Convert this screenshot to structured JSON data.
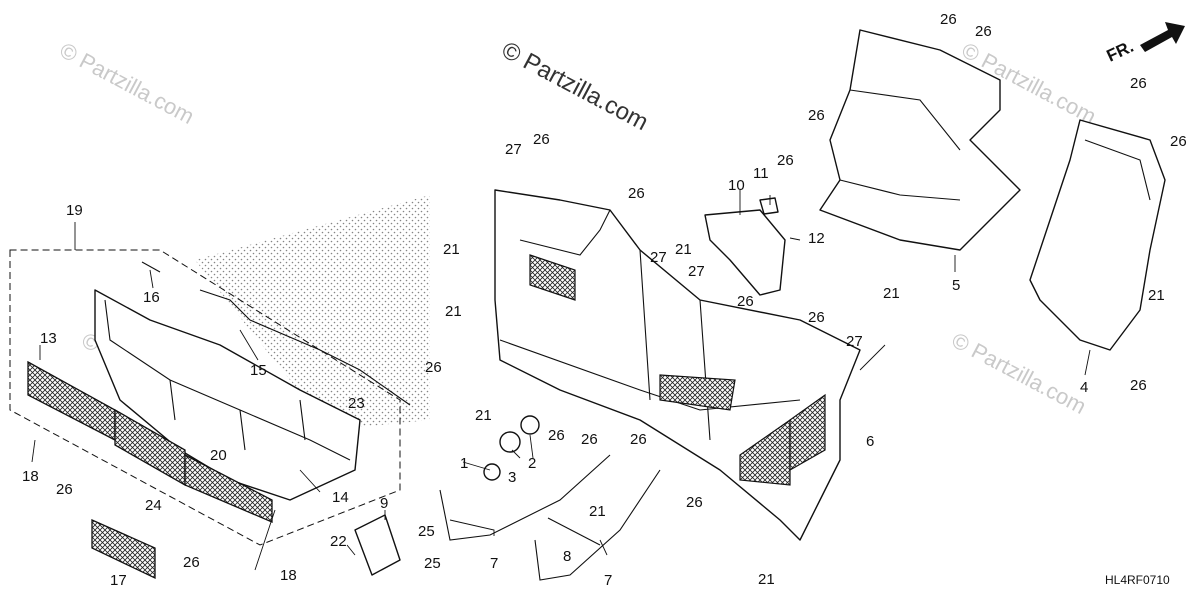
{
  "diagram": {
    "watermark_main": "© Partzilla.com",
    "watermark_faint": "© Partzilla.com",
    "direction_label": "FR.",
    "diagram_code": "HL4RF0710",
    "callouts": [
      {
        "id": "c1",
        "text": "1"
      },
      {
        "id": "c2",
        "text": "2"
      },
      {
        "id": "c3",
        "text": "3"
      },
      {
        "id": "c4",
        "text": "4"
      },
      {
        "id": "c5",
        "text": "5"
      },
      {
        "id": "c6",
        "text": "6"
      },
      {
        "id": "c7a",
        "text": "7"
      },
      {
        "id": "c7b",
        "text": "7"
      },
      {
        "id": "c8",
        "text": "8"
      },
      {
        "id": "c9",
        "text": "9"
      },
      {
        "id": "c10",
        "text": "10"
      },
      {
        "id": "c11",
        "text": "11"
      },
      {
        "id": "c12",
        "text": "12"
      },
      {
        "id": "c13",
        "text": "13"
      },
      {
        "id": "c14",
        "text": "14"
      },
      {
        "id": "c15",
        "text": "15"
      },
      {
        "id": "c16",
        "text": "16"
      },
      {
        "id": "c17",
        "text": "17"
      },
      {
        "id": "c18a",
        "text": "18"
      },
      {
        "id": "c18b",
        "text": "18"
      },
      {
        "id": "c19",
        "text": "19"
      },
      {
        "id": "c20",
        "text": "20"
      },
      {
        "id": "c21a",
        "text": "21"
      },
      {
        "id": "c21b",
        "text": "21"
      },
      {
        "id": "c21c",
        "text": "21"
      },
      {
        "id": "c21d",
        "text": "21"
      },
      {
        "id": "c21e",
        "text": "21"
      },
      {
        "id": "c21f",
        "text": "21"
      },
      {
        "id": "c21g",
        "text": "21"
      },
      {
        "id": "c21h",
        "text": "21"
      },
      {
        "id": "c22",
        "text": "22"
      },
      {
        "id": "c23",
        "text": "23"
      },
      {
        "id": "c24",
        "text": "24"
      },
      {
        "id": "c25a",
        "text": "25"
      },
      {
        "id": "c25b",
        "text": "25"
      },
      {
        "id": "c26a",
        "text": "26"
      },
      {
        "id": "c26b",
        "text": "26"
      },
      {
        "id": "c26c",
        "text": "26"
      },
      {
        "id": "c26d",
        "text": "26"
      },
      {
        "id": "c26e",
        "text": "26"
      },
      {
        "id": "c26f",
        "text": "26"
      },
      {
        "id": "c26g",
        "text": "26"
      },
      {
        "id": "c26h",
        "text": "26"
      },
      {
        "id": "c26i",
        "text": "26"
      },
      {
        "id": "c26j",
        "text": "26"
      },
      {
        "id": "c26k",
        "text": "26"
      },
      {
        "id": "c26l",
        "text": "26"
      },
      {
        "id": "c26m",
        "text": "26"
      },
      {
        "id": "c26n",
        "text": "26"
      },
      {
        "id": "c26o",
        "text": "26"
      },
      {
        "id": "c26p",
        "text": "26"
      },
      {
        "id": "c26q",
        "text": "26"
      },
      {
        "id": "c26r",
        "text": "26"
      },
      {
        "id": "c27a",
        "text": "27"
      },
      {
        "id": "c27b",
        "text": "27"
      },
      {
        "id": "c27c",
        "text": "27"
      },
      {
        "id": "c27d",
        "text": "27"
      }
    ]
  }
}
